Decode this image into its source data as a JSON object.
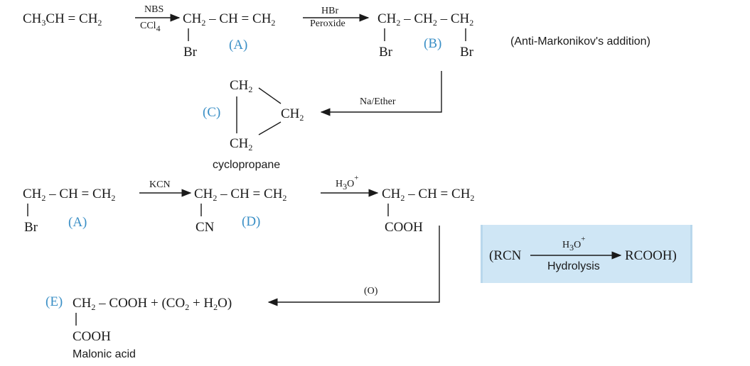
{
  "row1": {
    "propene": "CH3CH = CH2",
    "nbs": "NBS",
    "ccl4": "CCl4",
    "a_formula": "CH2 – CH = CH2",
    "a_br": "Br",
    "label_a": "(A)",
    "hbr": "HBr",
    "peroxide": "Peroxide",
    "b_formula": "CH2 – CH2 – CH2",
    "b_br1": "Br",
    "b_br2": "Br",
    "label_b": "(B)",
    "note": "(Anti-Markonikov's addition)"
  },
  "row2": {
    "na_ether": "Na/Ether",
    "label_c": "(C)",
    "c_top": "CH2",
    "c_right": "CH2",
    "c_bottom": "CH2",
    "c_name": "cyclopropane"
  },
  "row3": {
    "a_formula": "CH2 – CH = CH2",
    "a_br": "Br",
    "label_a": "(A)",
    "kcn": "KCN",
    "d_formula": "CH2 – CH = CH2",
    "d_cn": "CN",
    "label_d": "(D)",
    "h3o": "H3O+",
    "acid_formula": "CH2 – CH = CH2",
    "acid_cooh": "COOH"
  },
  "box": {
    "rcn": "(RCN",
    "h3o": "H3O+",
    "hydrolysis": "Hydrolysis",
    "rcooh": "RCOOH)"
  },
  "row4": {
    "label_e": "(E)",
    "e_formula": "CH2 – COOH + (CO2 + H2O)",
    "e_cooh": "COOH",
    "oxidation": "(O)",
    "e_name": "Malonic acid"
  }
}
